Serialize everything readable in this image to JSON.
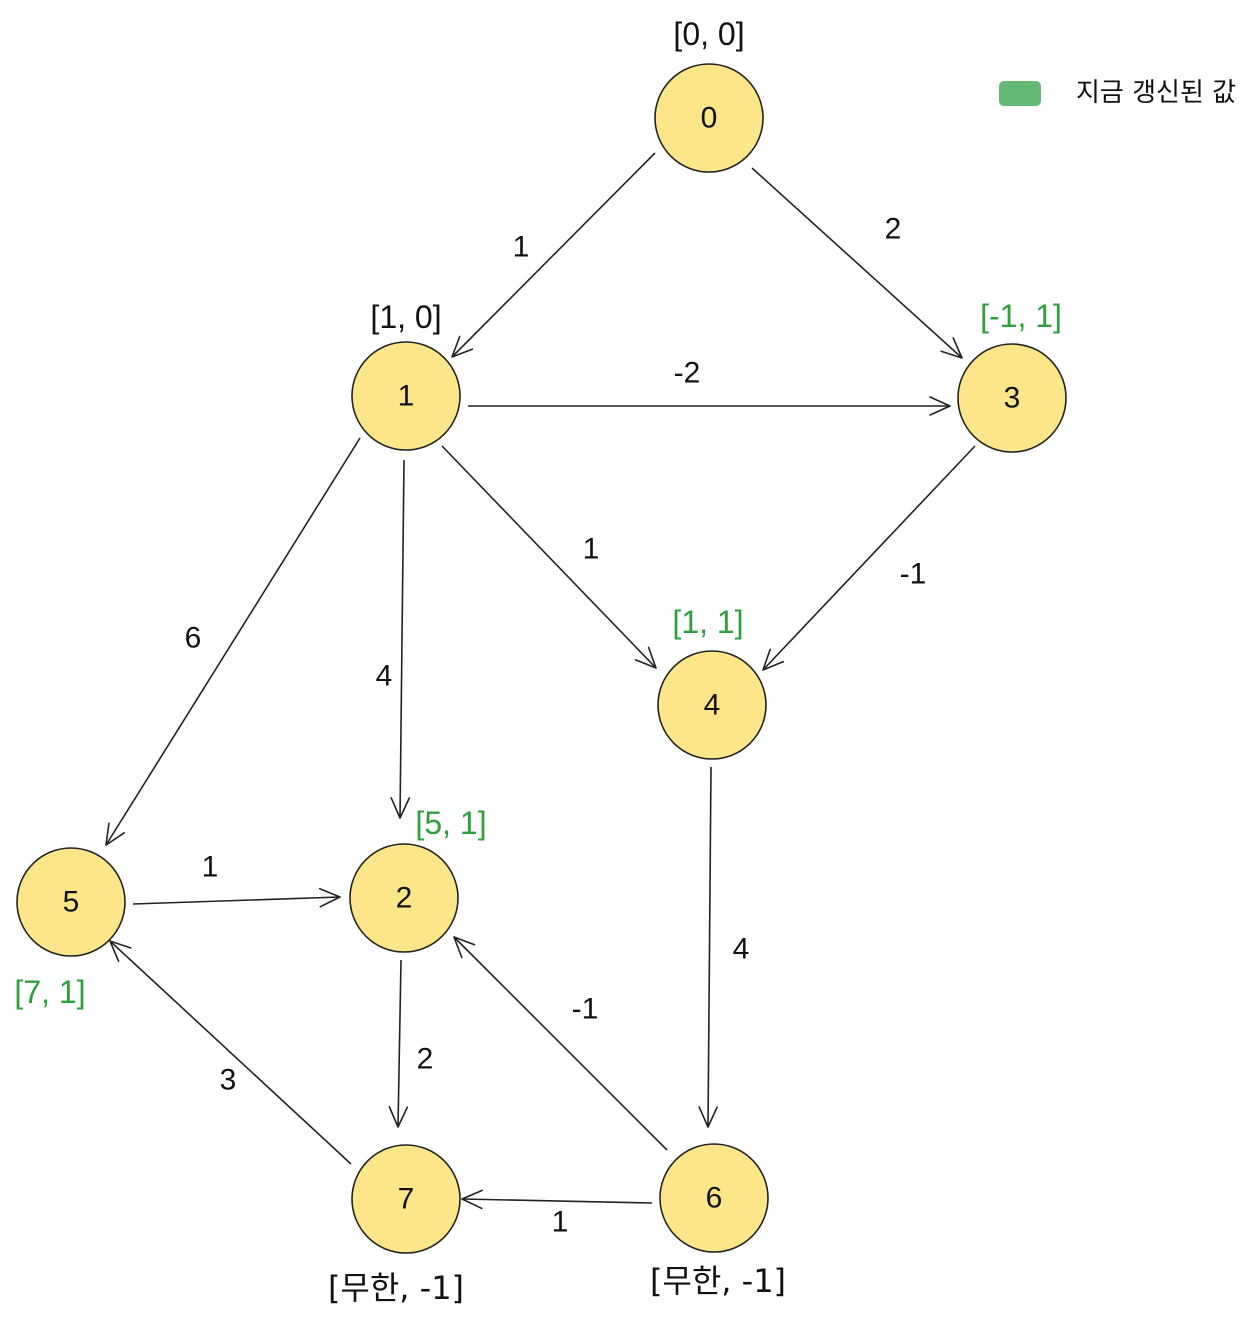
{
  "colors": {
    "node_fill": "#fde68a",
    "updated": "#2e9e3e",
    "legend_swatch": "#66b877",
    "normal": "#111111"
  },
  "legend": {
    "label": "지금 갱신된 값"
  },
  "nodes": [
    {
      "id": "0",
      "label": "0",
      "state": "[0, 0]",
      "updated": false
    },
    {
      "id": "1",
      "label": "1",
      "state": "[1, 0]",
      "updated": false
    },
    {
      "id": "2",
      "label": "2",
      "state": "[5, 1]",
      "updated": true
    },
    {
      "id": "3",
      "label": "3",
      "state": "[-1, 1]",
      "updated": true
    },
    {
      "id": "4",
      "label": "4",
      "state": "[1, 1]",
      "updated": true
    },
    {
      "id": "5",
      "label": "5",
      "state": "[7, 1]",
      "updated": true
    },
    {
      "id": "6",
      "label": "6",
      "state": "[무한, -1]",
      "updated": false
    },
    {
      "id": "7",
      "label": "7",
      "state": "[무한, -1]",
      "updated": false
    }
  ],
  "edges": [
    {
      "from": "0",
      "to": "1",
      "weight": "1"
    },
    {
      "from": "0",
      "to": "3",
      "weight": "2"
    },
    {
      "from": "1",
      "to": "3",
      "weight": "-2"
    },
    {
      "from": "1",
      "to": "4",
      "weight": "1"
    },
    {
      "from": "1",
      "to": "5",
      "weight": "6"
    },
    {
      "from": "1",
      "to": "2",
      "weight": "4"
    },
    {
      "from": "3",
      "to": "4",
      "weight": "-1"
    },
    {
      "from": "4",
      "to": "6",
      "weight": "4"
    },
    {
      "from": "5",
      "to": "2",
      "weight": "1"
    },
    {
      "from": "2",
      "to": "7",
      "weight": "2"
    },
    {
      "from": "6",
      "to": "2",
      "weight": "-1"
    },
    {
      "from": "7",
      "to": "5",
      "weight": "3"
    },
    {
      "from": "6",
      "to": "7",
      "weight": "1"
    }
  ]
}
